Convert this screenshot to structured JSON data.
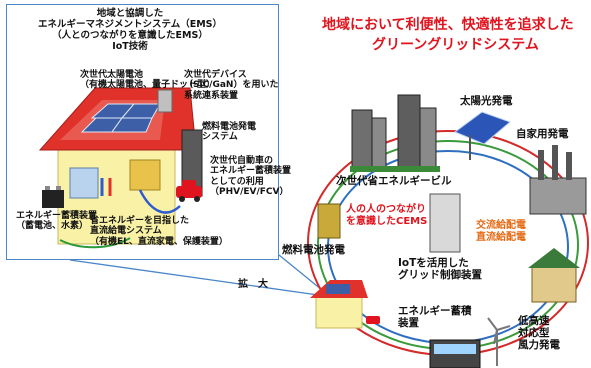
{
  "title": {
    "line1": "地域において利便性、快適性を追求した",
    "line2": "グリーングリッドシステム"
  },
  "inset": {
    "ems": [
      "地域と協調した",
      "エネルギーマネジメントシステム（EMS）",
      "（人とのつながりを意識したEMS）",
      "IoT技術"
    ],
    "solar_cell": [
      "次世代太陽電池",
      "（有機太陽電池、量子ドット型）"
    ],
    "device": [
      "次世代デバイス",
      "（SiC/GaN）を用いた",
      "系統連系装置"
    ],
    "fuel_cell": [
      "燃料電池発電",
      "システム"
    ],
    "vehicle": [
      "次世代自動車の",
      "エネルギー蓄積装置",
      "としての利用",
      "（PHV/EV/FCV）"
    ],
    "dc_system": [
      "省エネルギーを目指した",
      "直流給電システム",
      "（有機EL、直流家電、保護装置）"
    ],
    "storage": [
      "エネルギー蓄積装置",
      "（蓄電池、水素）"
    ]
  },
  "zoom_label": "拡　大",
  "grid": {
    "solar": "太陽光発電",
    "private_power": "自家用発電",
    "building": "次世代省エネルギービル",
    "cems": [
      "人の人のつながり",
      "を意識したCEMS"
    ],
    "ac_dc": [
      "交流給配電",
      "直流給配電"
    ],
    "fuel_cell": "燃料電池発電",
    "iot_control": [
      "IoTを活用した",
      "グリッド制御装置"
    ],
    "storage": [
      "エネルギー蓄積",
      "装置"
    ],
    "wind": [
      "低高速",
      "対応型",
      "風力発電"
    ]
  }
}
